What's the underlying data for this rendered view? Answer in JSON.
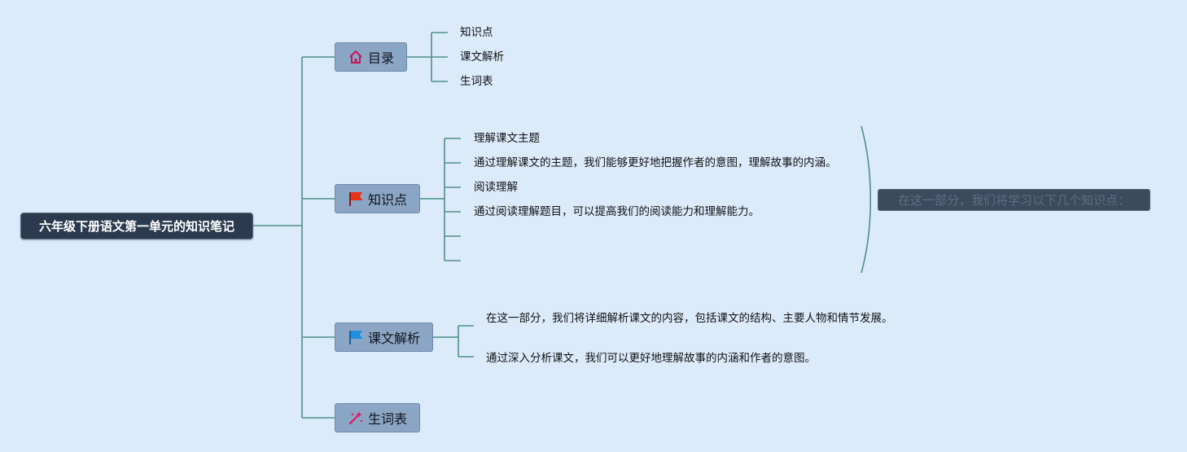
{
  "root": {
    "label": "六年级下册语文第一单元的知识笔记"
  },
  "branches": [
    {
      "label": "目录",
      "icon": "home-icon",
      "children": [
        "知识点",
        "课文解析",
        "生词表"
      ]
    },
    {
      "label": "知识点",
      "icon": "red-flag-icon",
      "children": [
        "理解课文主题",
        "通过理解课文的主题，我们能够更好地把握作者的意图，理解故事的内涵。",
        "阅读理解",
        "通过阅读理解题目，可以提高我们的阅读能力和理解能力。",
        "",
        ""
      ],
      "summary": "在这一部分，我们将学习以下几个知识点："
    },
    {
      "label": "课文解析",
      "icon": "blue-flag-icon",
      "children": [
        "在这一部分，我们将详细解析课文的内容，包括课文的结构、主要人物和情节发展。",
        "通过深入分析课文，我们可以更好地理解故事的内涵和作者的意图。"
      ]
    },
    {
      "label": "生词表",
      "icon": "magic-wand-icon",
      "children": []
    }
  ],
  "colors": {
    "background": "#dcebfb",
    "connector": "#4e8f87",
    "root_fill": "#2b3a4e",
    "branch_fill": "#8ba5c4",
    "summary_fill": "#3b4a5d"
  }
}
